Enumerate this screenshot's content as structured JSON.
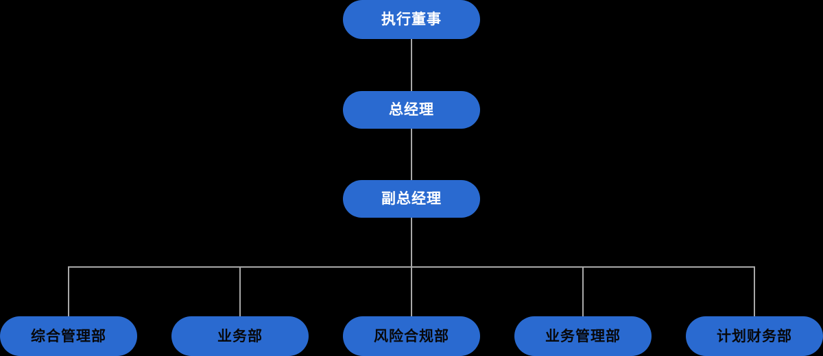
{
  "chart": {
    "type": "org-chart",
    "title": "",
    "background_color": "#000000",
    "node_fill_color": "#2a6ad0",
    "connector_color": "#a9a9a9",
    "levels": [
      {
        "level": 1,
        "text_color": "#ffffff",
        "nodes": [
          {
            "id": "exec-director",
            "label": "执行董事"
          }
        ]
      },
      {
        "level": 2,
        "text_color": "#ffffff",
        "nodes": [
          {
            "id": "general-manager",
            "label": "总经理"
          }
        ]
      },
      {
        "level": 3,
        "text_color": "#ffffff",
        "nodes": [
          {
            "id": "deputy-general-manager",
            "label": "副总经理"
          }
        ]
      },
      {
        "level": 4,
        "text_color": "#08080a",
        "nodes": [
          {
            "id": "general-admin-dept",
            "label": "综合管理部"
          },
          {
            "id": "business-dept",
            "label": "业务部"
          },
          {
            "id": "risk-compliance-dept",
            "label": "风险合规部"
          },
          {
            "id": "business-management-dept",
            "label": "业务管理部"
          },
          {
            "id": "planning-finance-dept",
            "label": "计划财务部"
          }
        ]
      }
    ]
  }
}
